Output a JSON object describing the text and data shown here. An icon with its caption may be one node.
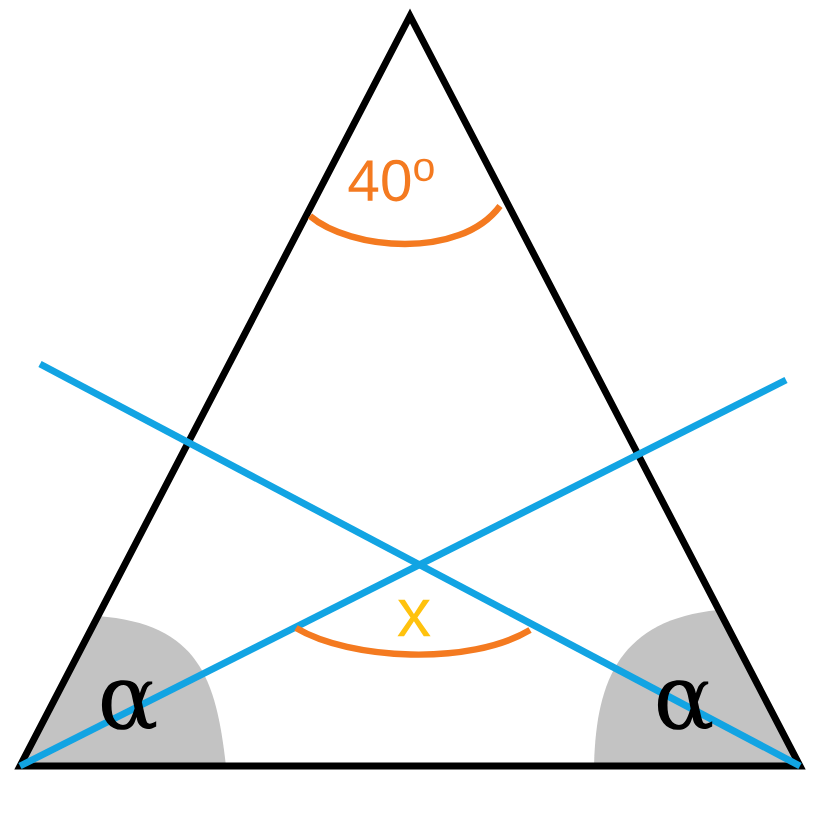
{
  "diagram": {
    "labels": [
      "40$^{o}$",
      "x",
      "α",
      "α"
    ]
  }
}
